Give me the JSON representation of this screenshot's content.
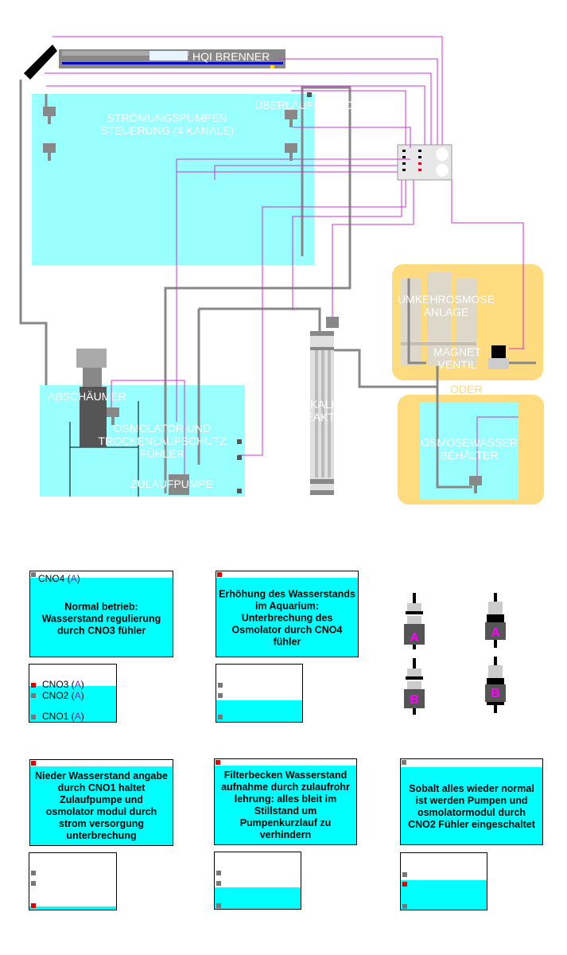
{
  "labels": {
    "hqi": "HQI BRENNER",
    "stroemung_1": "STRÖMUNGSPUMPEN",
    "stroemung_2": "STEUERUNG (4 KANALE)",
    "ueberlauf": "ÜBERLAUFSCHACHT",
    "umkehr_1": "UMKEHROSMOSE",
    "umkehr_2": "ANLAGE",
    "magnet_1": "MAGNET",
    "magnet_2": "VENTIL",
    "oder": "ODER",
    "abschaeumer": "ABSCHÄUMER",
    "osmolator_1": "OSMOLATOR UND",
    "osmolator_2": "TROCKENLAUFSCHUTZ",
    "osmolator_3": "FÜHLER",
    "zulaufpumpe": "ZULAUFPUMPE",
    "kalk_1": "KALK",
    "kalk_2": "REAKTOR",
    "osmosewasser_1": "OSMOSEWASSER",
    "osmosewasser_2": "BEHÄLTER"
  },
  "panels": {
    "p1": {
      "sensor": "CNO4",
      "sensor_tag": "A",
      "lines": [
        "Normal betrieb:",
        "Wasserstand regulierung",
        "durch CNO3 fühler"
      ]
    },
    "p2": {
      "lines": [
        "Erhöhung des Wasserstands",
        "im Aquarium:",
        "Unterbrechung des",
        "Osmolator durch CNO4",
        "fühler"
      ]
    },
    "p3": {
      "lines": [
        "Nieder Wasserstand angabe",
        "durch CNO1 haltet",
        "Zulaufpumpe und",
        "osmolator modul durch",
        "strom versorgung",
        "unterbrechung"
      ]
    },
    "p4": {
      "lines": [
        "Filterbecken Wasserstand",
        "aufnahme durch zulaufrohr",
        "lehrung: alles bleit im",
        "Stillstand um",
        "Pumpenkurzlauf zu",
        "verhindern"
      ]
    },
    "p5": {
      "lines": [
        "Sobalt alles wieder normal",
        "ist werden Pumpen und",
        "osmolatormodul durch",
        "CNO2 Fühler eingeschaltet"
      ]
    }
  },
  "tank1": {
    "cno3": "CNO3",
    "cno2": "CNO2",
    "cno1": "CNO1",
    "tag": "A"
  },
  "sensors": {
    "a1": "A",
    "a2": "A",
    "b1": "B",
    "b2": "B"
  },
  "colors": {
    "water": "#00ffff",
    "wire": "#cc33cc",
    "pipe": "#888888",
    "highlight": "#ffdb80",
    "active_marker": "#e00000"
  }
}
